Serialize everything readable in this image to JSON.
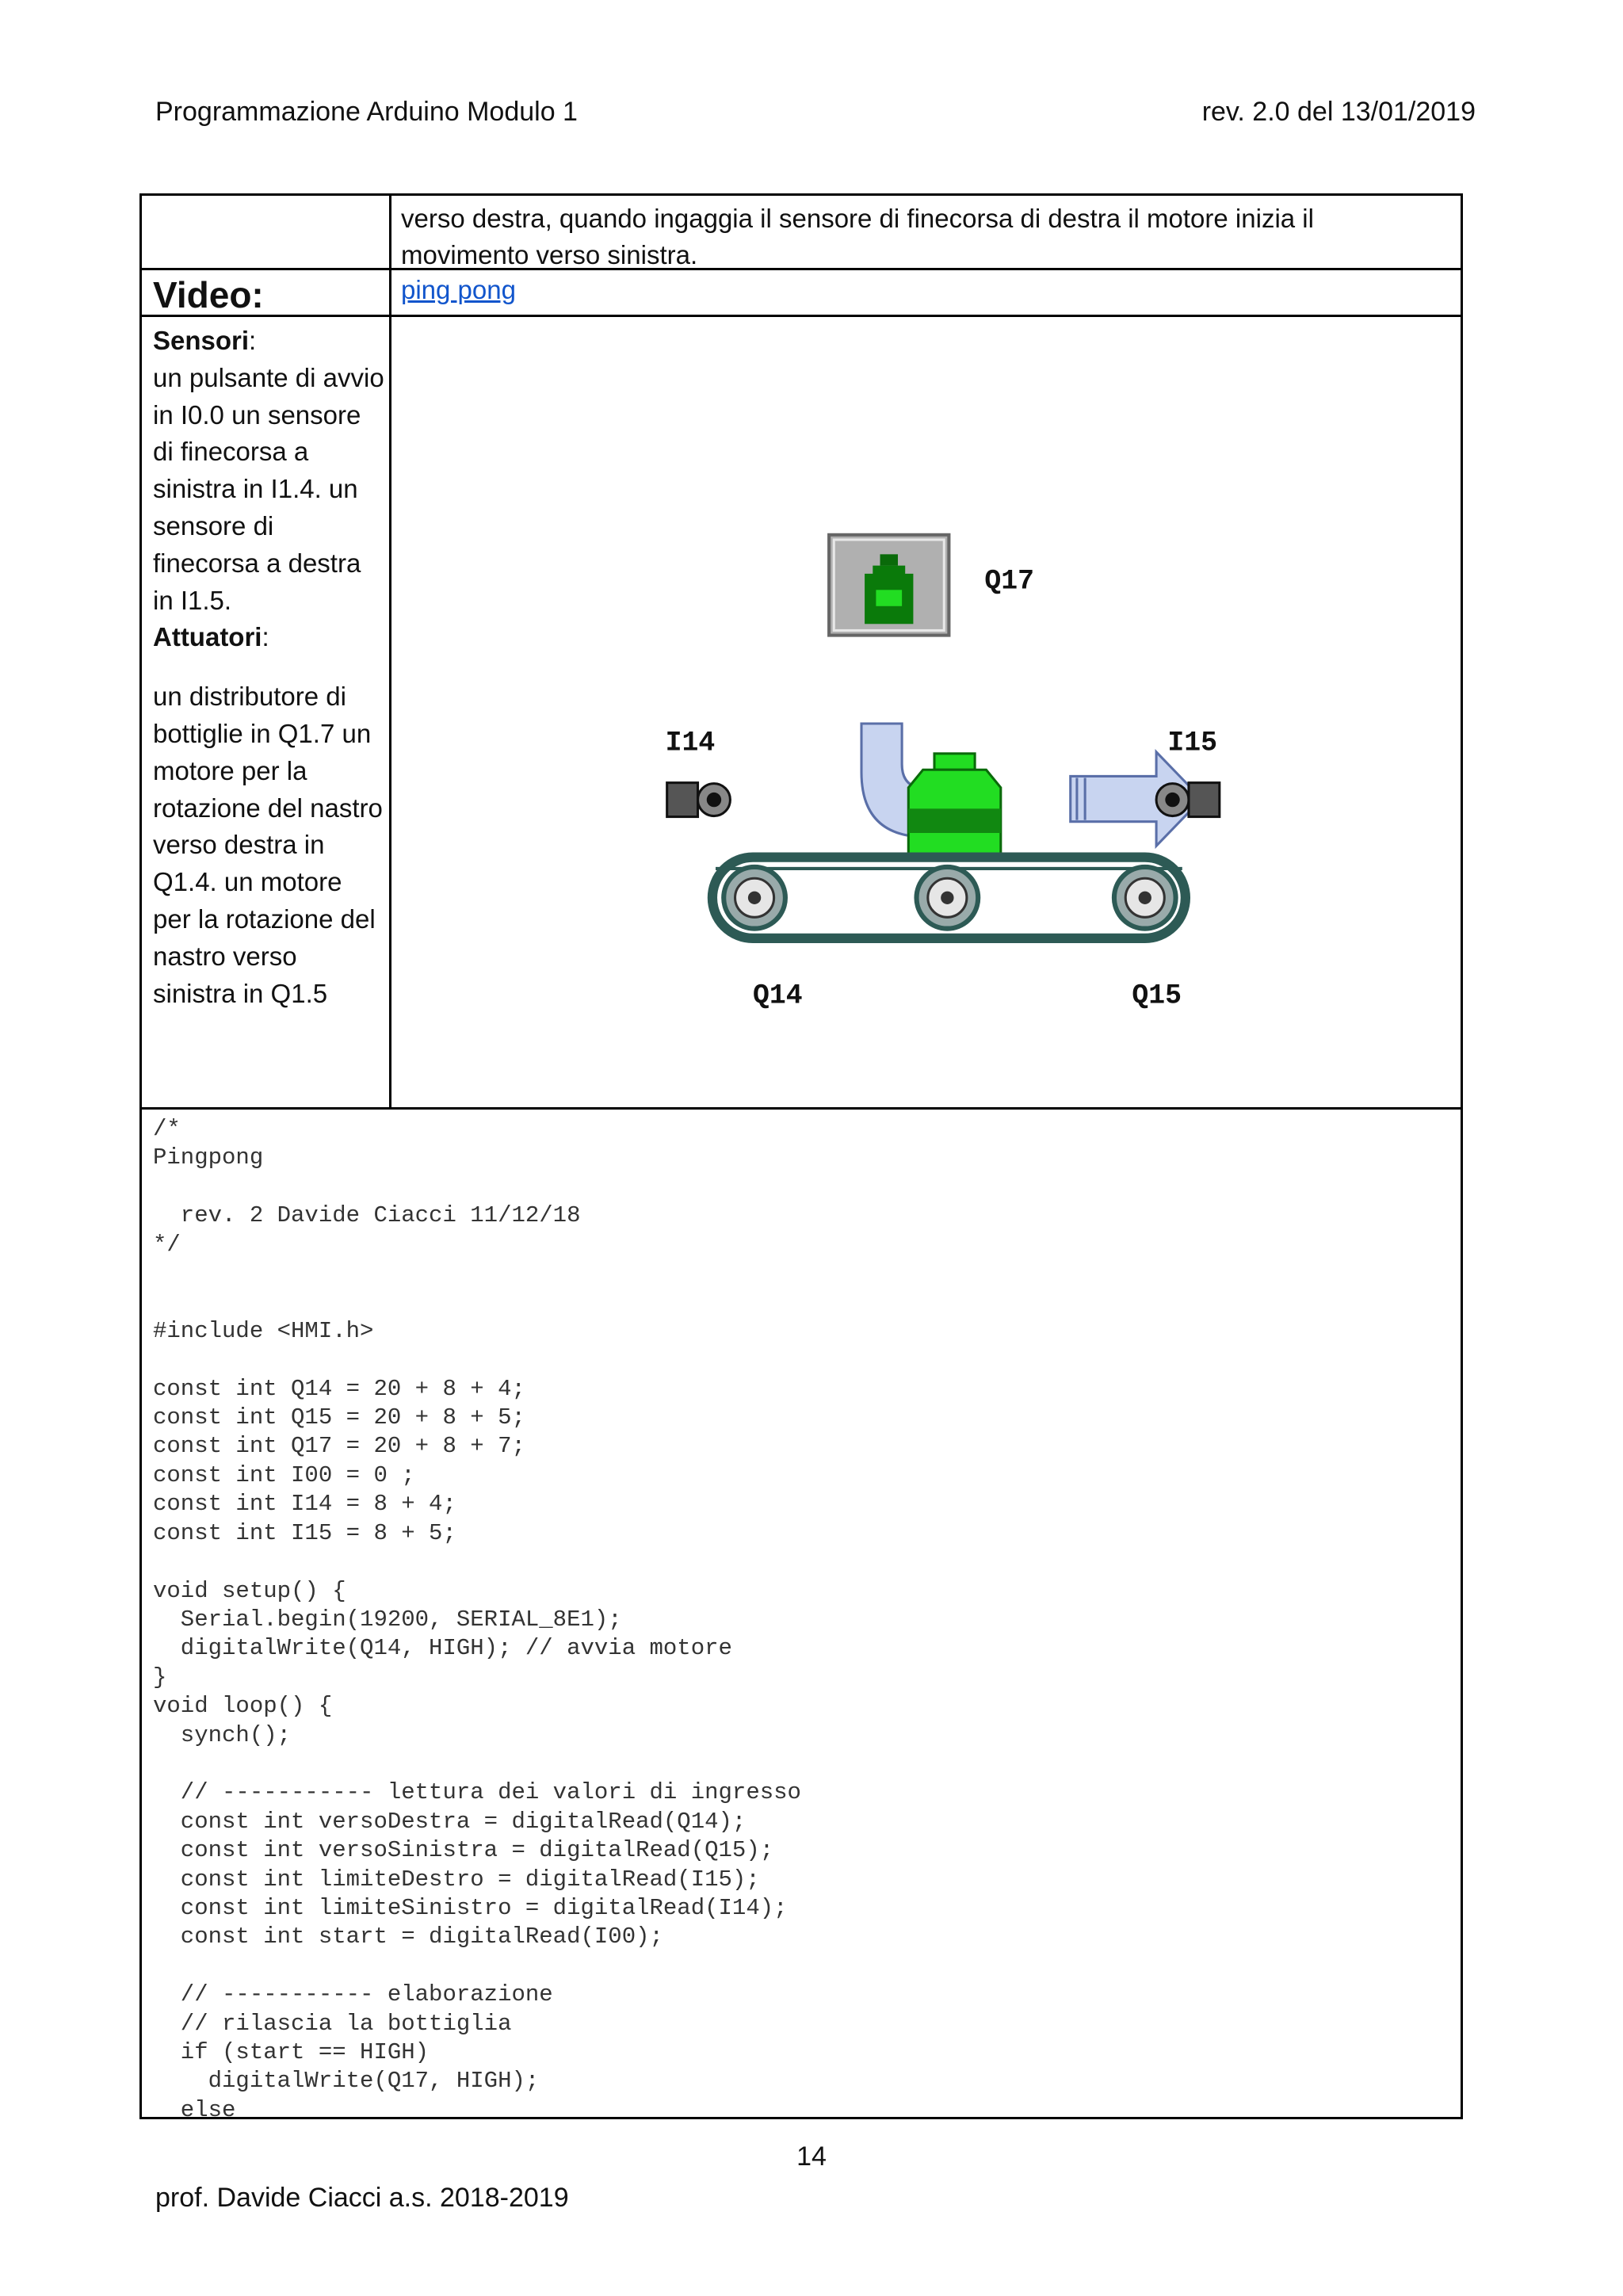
{
  "header": {
    "left": "Programmazione Arduino Modulo 1",
    "right": "rev. 2.0 del 13/01/2019"
  },
  "table": {
    "continued_text": "verso destra, quando ingaggia il sensore di finecorsa di destra il motore inizia il movimento verso sinistra.",
    "video_label": "Video:",
    "video_link": "ping pong",
    "left_column": {
      "sensori_label": "Sensori",
      "sensori_text": "un pulsante di avvio in I0.0 un sensore di finecorsa a sinistra in I1.4. un sensore di finecorsa a destra in I1.5.",
      "attuatori_label": "Attuatori",
      "attuatori_text": "un distributore di bottiglie in Q1.7 un motore per la rotazione del nastro verso destra in Q1.4. un motore per la rotazione del nastro verso sinistra in Q1.5",
      "colon": ":"
    },
    "diagram": {
      "labels": {
        "q17": "Q17",
        "i14": "I14",
        "i15": "I15",
        "q14": "Q14",
        "q15": "Q15"
      },
      "colors": {
        "bottle": "#22dd22",
        "arrow": "#c8d4f0",
        "arrow_stroke": "#5a6fa8",
        "belt": "#2d5a55",
        "button_bg": "#b0b0b0"
      }
    },
    "code": "/*\nPingpong\n\n  rev. 2 Davide Ciacci 11/12/18\n*/\n\n\n#include <HMI.h>\n\nconst int Q14 = 20 + 8 + 4;\nconst int Q15 = 20 + 8 + 5;\nconst int Q17 = 20 + 8 + 7;\nconst int I00 = 0 ;\nconst int I14 = 8 + 4;\nconst int I15 = 8 + 5;\n\nvoid setup() {\n  Serial.begin(19200, SERIAL_8E1);\n  digitalWrite(Q14, HIGH); // avvia motore\n}\nvoid loop() {\n  synch();\n\n  // ----------- lettura dei valori di ingresso\n  const int versoDestra = digitalRead(Q14);\n  const int versoSinistra = digitalRead(Q15);\n  const int limiteDestro = digitalRead(I15);\n  const int limiteSinistro = digitalRead(I14);\n  const int start = digitalRead(I00);\n\n  // ----------- elaborazione\n  // rilascia la bottiglia\n  if (start == HIGH)\n    digitalWrite(Q17, HIGH);\n  else"
  },
  "page_number": "14",
  "footer": "prof. Davide Ciacci a.s. 2018-2019"
}
